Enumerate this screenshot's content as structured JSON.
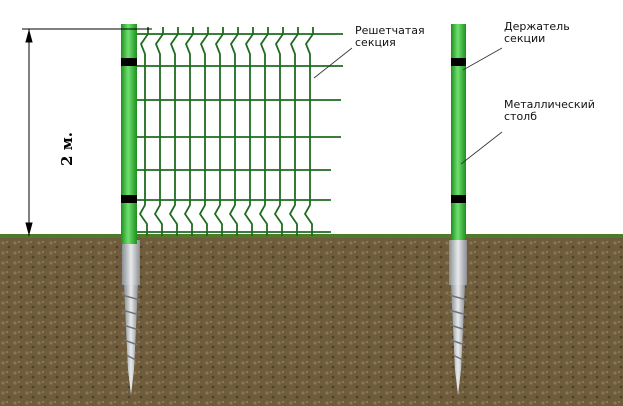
{
  "dimension": {
    "height_label": "2 м."
  },
  "labels": {
    "section": [
      "Решетчатая",
      "секция"
    ],
    "holder": [
      "Держатель",
      "секции"
    ],
    "post": [
      "Металлический",
      "столб"
    ]
  },
  "colors": {
    "post": "#3cb93c",
    "wire": "#1f6b1f",
    "ground": "#6b5a3a",
    "grass": "#4f7a2a",
    "pile": "#b8bcc0"
  }
}
